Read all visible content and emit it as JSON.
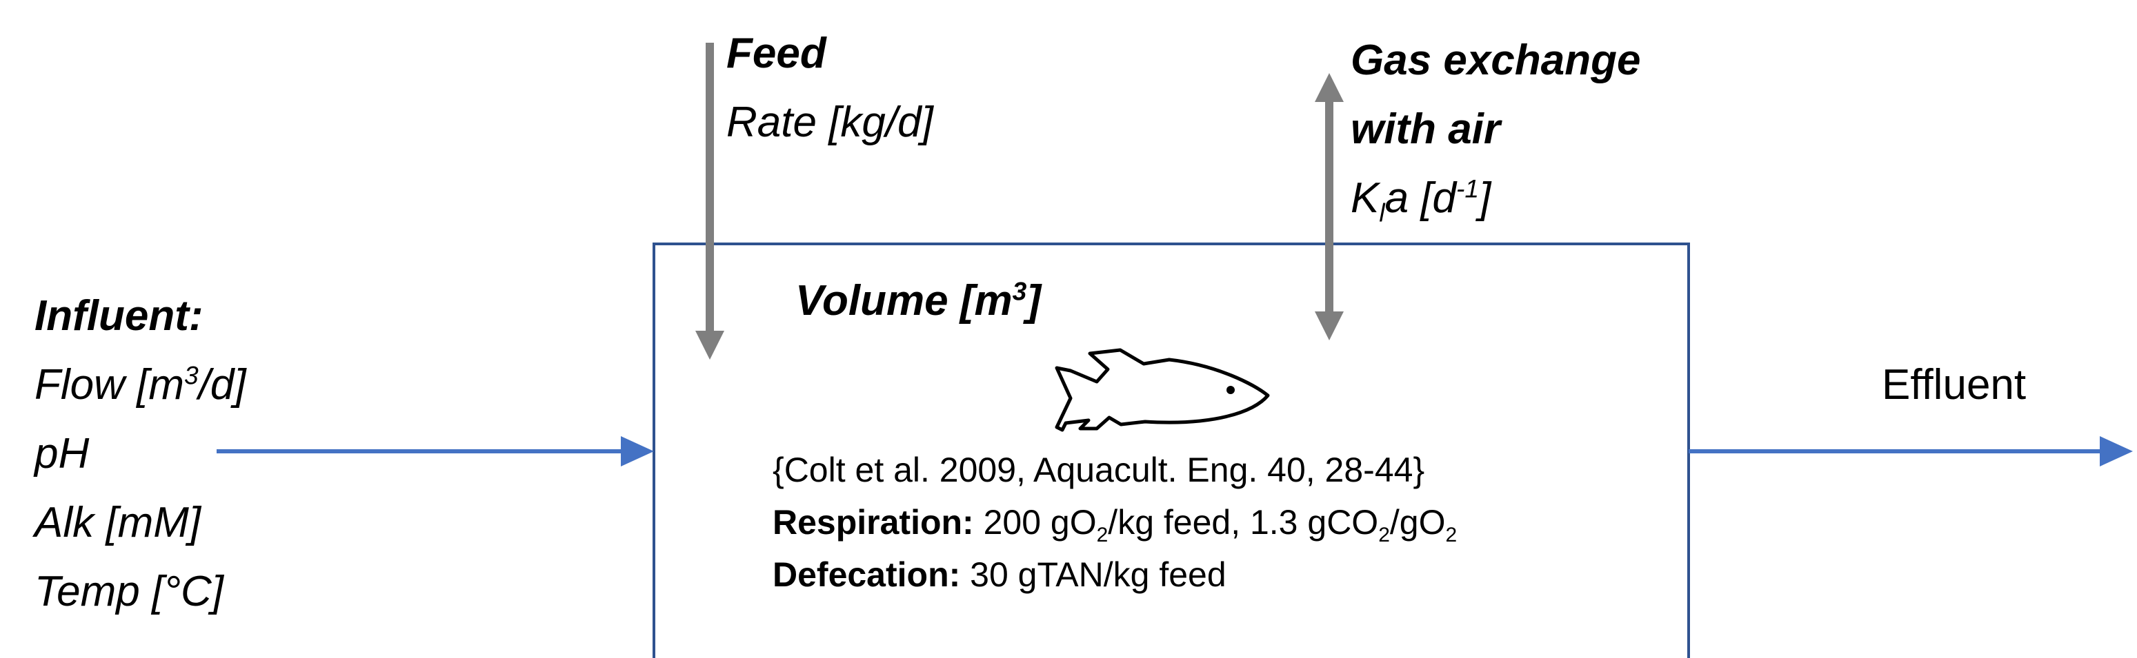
{
  "colors": {
    "flow_arrow": "#4472c4",
    "tank_border": "#2f528f",
    "gray_arrow": "#7f7f7f",
    "text": "#000000"
  },
  "influent": {
    "title": "Influent:",
    "flow": "Flow [m",
    "flow_sup": "3",
    "flow_end": "/d]",
    "ph": "pH",
    "alk": "Alk [mM]",
    "temp": "Temp [°C]"
  },
  "feed": {
    "title": "Feed",
    "rate": "Rate [kg/d]"
  },
  "gas": {
    "title_line1": "Gas exchange",
    "title_line2": "with air",
    "k": "K",
    "k_sub": "l",
    "a": "a [d",
    "a_sup": "-1",
    "a_end": "]"
  },
  "tank": {
    "volume": "Volume [m",
    "volume_sup": "3",
    "volume_end": "]",
    "fish_icon": "fish-icon",
    "citation": "{Colt et al. 2009, Aquacult. Eng. 40, 28-44}",
    "respiration_label": "Respiration:",
    "respiration_text1": " 200 gO",
    "respiration_sub1": "2",
    "respiration_text2": "/kg feed, 1.3 gCO",
    "respiration_sub2": "2",
    "respiration_text3": "/gO",
    "respiration_sub3": "2",
    "defecation_label": "Defecation:",
    "defecation_text": " 30 gTAN/kg feed"
  },
  "effluent": {
    "label": "Effluent"
  }
}
